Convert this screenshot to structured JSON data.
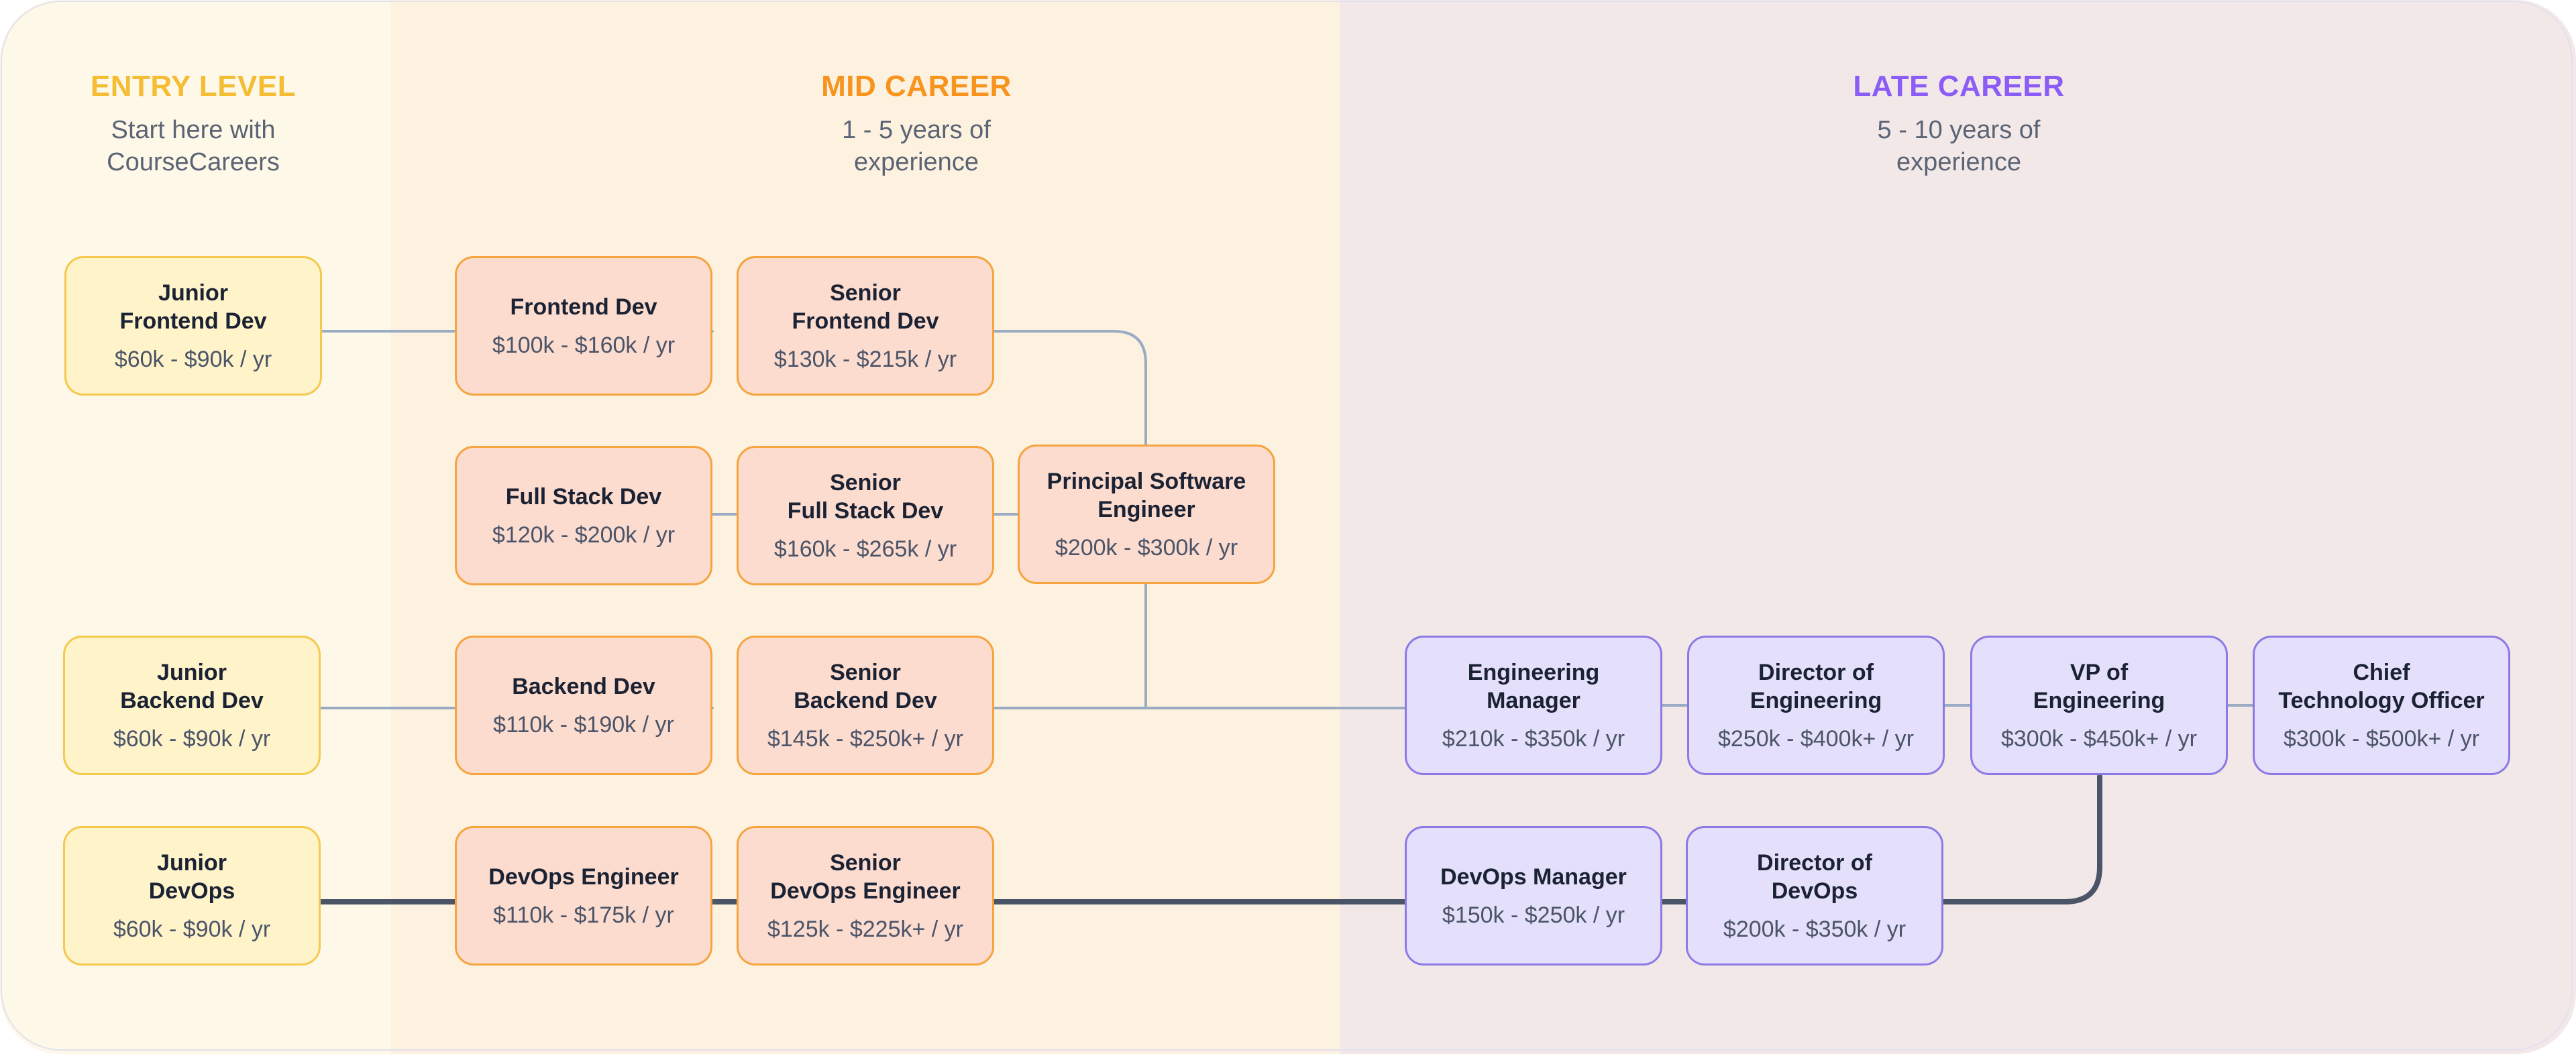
{
  "columns": {
    "entry": {
      "title": "ENTRY LEVEL",
      "subtitle": "Start here with\nCourseCareers",
      "color": "#f4bd34"
    },
    "mid": {
      "title": "MID CAREER",
      "subtitle": "1 - 5 years of\nexperience",
      "color": "#f7941d"
    },
    "late": {
      "title": "LATE CAREER",
      "subtitle": "5 - 10 years of\nexperience",
      "color": "#8b5cf6"
    }
  },
  "roles": {
    "junior_frontend": {
      "title": "Junior\nFrontend Dev",
      "salary": "$60k - $90k / yr",
      "stage": "entry"
    },
    "junior_backend": {
      "title": "Junior\nBackend Dev",
      "salary": "$60k - $90k / yr",
      "stage": "entry"
    },
    "junior_devops": {
      "title": "Junior\nDevOps",
      "salary": "$60k - $90k / yr",
      "stage": "entry"
    },
    "frontend_dev": {
      "title": "Frontend Dev",
      "salary": "$100k - $160k / yr",
      "stage": "mid"
    },
    "fullstack_dev": {
      "title": "Full Stack Dev",
      "salary": "$120k - $200k / yr",
      "stage": "mid"
    },
    "backend_dev": {
      "title": "Backend Dev",
      "salary": "$110k - $190k / yr",
      "stage": "mid"
    },
    "devops_engineer": {
      "title": "DevOps Engineer",
      "salary": "$110k - $175k / yr",
      "stage": "mid"
    },
    "senior_frontend": {
      "title": "Senior\nFrontend Dev",
      "salary": "$130k - $215k / yr",
      "stage": "mid"
    },
    "senior_fullstack": {
      "title": "Senior\nFull Stack Dev",
      "salary": "$160k - $265k / yr",
      "stage": "mid"
    },
    "senior_backend": {
      "title": "Senior\nBackend Dev",
      "salary": "$145k - $250k+ / yr",
      "stage": "mid"
    },
    "senior_devops": {
      "title": "Senior\nDevOps Engineer",
      "salary": "$125k - $225k+ / yr",
      "stage": "mid"
    },
    "principal_engineer": {
      "title": "Principal Software\nEngineer",
      "salary": "$200k - $300k / yr",
      "stage": "mid"
    },
    "engineering_manager": {
      "title": "Engineering\nManager",
      "salary": "$210k - $350k / yr",
      "stage": "late"
    },
    "director_engineering": {
      "title": "Director of\nEngineering",
      "salary": "$250k - $400k+ / yr",
      "stage": "late"
    },
    "vp_engineering": {
      "title": "VP of\nEngineering",
      "salary": "$300k - $450k+ / yr",
      "stage": "late"
    },
    "cto": {
      "title": "Chief\nTechnology Officer",
      "salary": "$300k - $500k+ / yr",
      "stage": "late"
    },
    "devops_manager": {
      "title": "DevOps Manager",
      "salary": "$150k - $250k / yr",
      "stage": "late"
    },
    "director_devops": {
      "title": "Director of\nDevOps",
      "salary": "$200k - $350k / yr",
      "stage": "late"
    }
  },
  "connector_colors": {
    "light": "#9aabc4",
    "dark": "#4a5568"
  }
}
